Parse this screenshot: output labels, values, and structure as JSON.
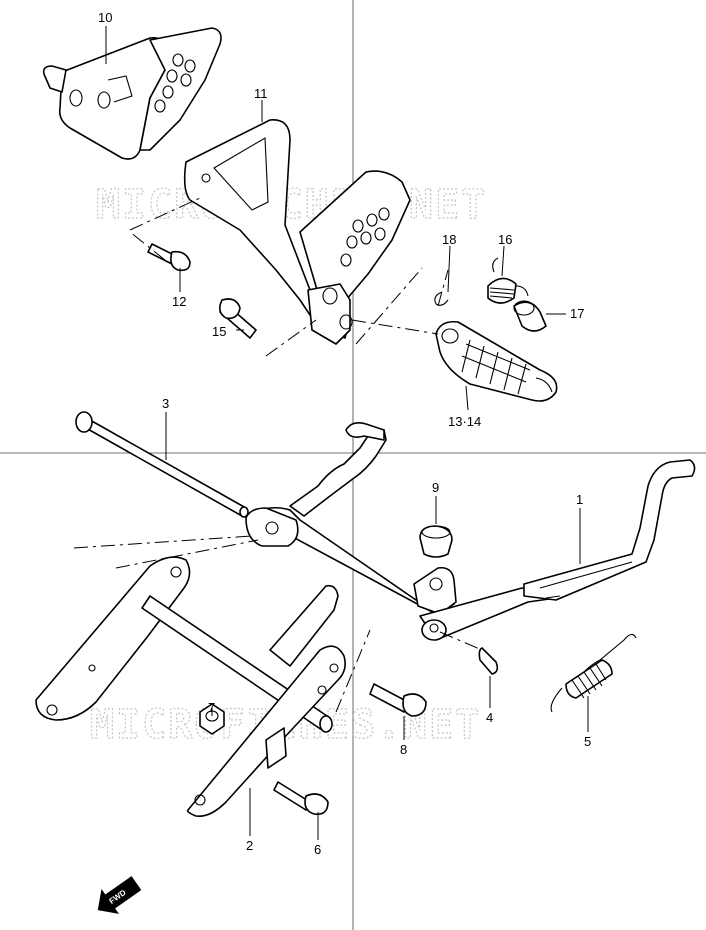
{
  "watermark": "MICROFICHES.NET",
  "fwd_label": "FWD",
  "callouts": {
    "p1": "1",
    "p2": "2",
    "p3": "3",
    "p4": "4",
    "p5": "5",
    "p6": "6",
    "p7": "7",
    "p8": "8",
    "p9": "9",
    "p10": "10",
    "p11": "11",
    "p12": "12",
    "p13_14": "13·14",
    "p15": "15",
    "p16": "16",
    "p17": "17",
    "p18": "18"
  }
}
